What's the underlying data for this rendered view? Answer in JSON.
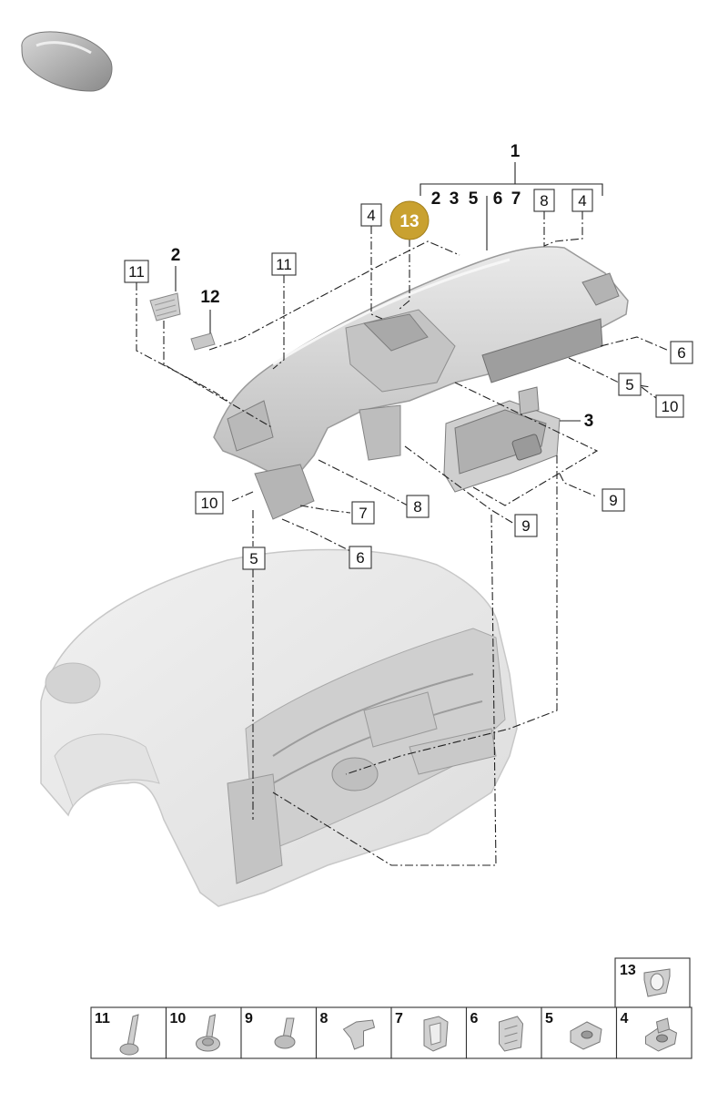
{
  "diagram": {
    "assembly_label": "1",
    "assembly_components": [
      "2",
      "3",
      "5",
      "6",
      "7"
    ],
    "highlight": {
      "label": "13",
      "color": "#c9a130"
    },
    "callouts": {
      "top_8": "8",
      "top_4": "4",
      "top_4b": "4",
      "left_11": "11",
      "mid_11": "11",
      "part_2": "2",
      "part_12": "12",
      "part_3": "3",
      "r_6": "6",
      "r_5": "5",
      "r_10": "10",
      "r_9": "9",
      "b_10": "10",
      "b_7": "7",
      "b_8": "8",
      "b_9": "9",
      "b_5": "5",
      "b_6": "6"
    }
  },
  "legend": {
    "items": [
      {
        "num": "11",
        "icon": "bolt-long-icon"
      },
      {
        "num": "10",
        "icon": "bolt-washer-icon"
      },
      {
        "num": "9",
        "icon": "screw-short-icon"
      },
      {
        "num": "8",
        "icon": "clip-bracket-icon"
      },
      {
        "num": "7",
        "icon": "clip-u-icon"
      },
      {
        "num": "6",
        "icon": "clip-spring-icon"
      },
      {
        "num": "5",
        "icon": "nut-cage-icon"
      },
      {
        "num": "4",
        "icon": "nut-clip-icon"
      }
    ],
    "extra": {
      "num": "13",
      "icon": "grommet-icon"
    }
  },
  "colors": {
    "part_fill": "#d9d9d9",
    "part_edge": "#9a9a9a",
    "accent": "#c9a130"
  }
}
